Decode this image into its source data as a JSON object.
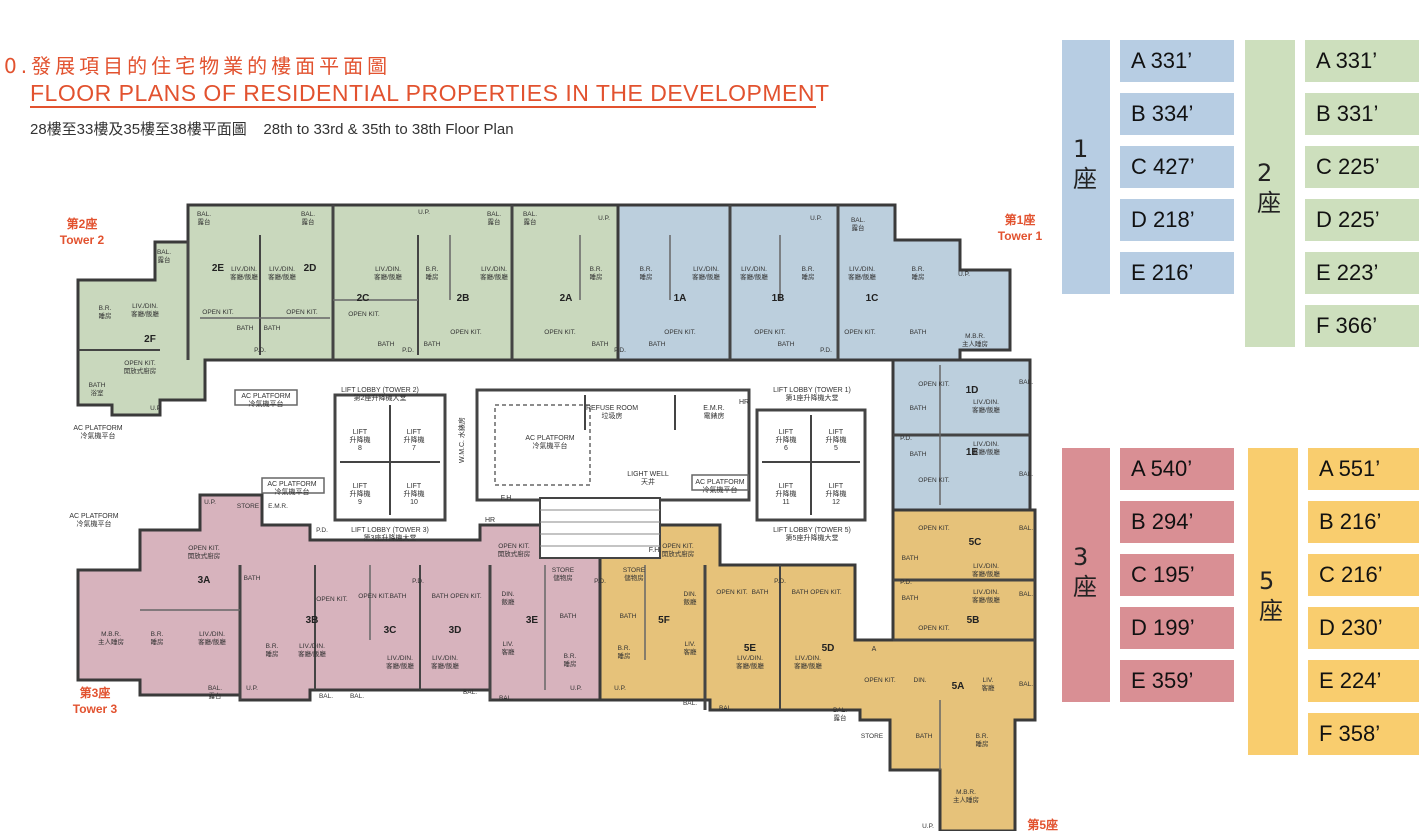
{
  "header": {
    "title_cn": "0.發展項目的住宅物業的樓面平面圖",
    "title_en": "FLOOR PLANS OF RESIDENTIAL PROPERTIES IN THE DEVELOPMENT",
    "subtitle": "28樓至33樓及35樓至38樓平面圖    28th to 33rd & 35th to 38th Floor Plan"
  },
  "colors": {
    "tower1": "#b7cde3",
    "tower2": "#cddfbd",
    "tower3": "#d98f94",
    "tower5": "#f9cd6e",
    "plan_t1": "#bccfdd",
    "plan_t2": "#c9d8bd",
    "plan_t3": "#d7b3bd",
    "plan_t5": "#e6c27a",
    "accent": "#e2522f"
  },
  "plan": {
    "tower_labels": {
      "t2": {
        "cn": "第2座",
        "en": "Tower 2"
      },
      "t1": {
        "cn": "第1座",
        "en": "Tower 1"
      },
      "t3": {
        "cn": "第3座",
        "en": "Tower 3"
      },
      "t5": {
        "cn": "第5座"
      }
    },
    "units": {
      "u2E": "2E",
      "u2D": "2D",
      "u2C": "2C",
      "u2B": "2B",
      "u2A": "2A",
      "u2F": "2F",
      "u1A": "1A",
      "u1B": "1B",
      "u1C": "1C",
      "u1D": "1D",
      "u1E": "1E",
      "u3A": "3A",
      "u3B": "3B",
      "u3C": "3C",
      "u3D": "3D",
      "u3E": "3E",
      "u5F": "5F",
      "u5E": "5E",
      "u5D": "5D",
      "u5C": "5C",
      "u5B": "5B",
      "u5A": "5A"
    },
    "rooms": {
      "livdin": "LIV./DIN.",
      "livdin_cn": "客廳/飯廳",
      "br": "B.R.",
      "br_cn": "睡房",
      "mbr": "M.B.R.",
      "mbr_cn": "主人睡房",
      "bath": "BATH",
      "bath_cn": "浴室",
      "openkit": "OPEN KIT.",
      "openkit_cn": "開放式廚房",
      "bal": "BAL.",
      "bal_cn": "露台",
      "store": "STORE",
      "store_cn": "儲物房",
      "din": "DIN.",
      "din_cn": "飯廳",
      "liv": "LIV.",
      "liv_cn": "客廳",
      "pd": "P.D.",
      "up": "U.P.",
      "hr": "HR",
      "fh": "F.H.",
      "emr": "E.M.R.",
      "emr_cn": "電錶房",
      "refuse": "REFUSE ROOM",
      "refuse_cn": "垃圾房",
      "wmc": "W.M.C. 水錶房",
      "lightwell": "LIGHT WELL",
      "lightwell_cn": "天井",
      "ac": "AC PLATFORM",
      "ac_cn": "冷氣機平台",
      "lift": "LIFT",
      "lift_cn": "升降機",
      "lobby_t2": "LIFT LOBBY (TOWER 2)",
      "lobby_t2_cn": "第2座升降機大堂",
      "lobby_t1": "LIFT LOBBY (TOWER 1)",
      "lobby_t1_cn": "第1座升降機大堂",
      "lobby_t3": "LIFT LOBBY (TOWER 3)",
      "lobby_t3_cn": "第3座升降機大堂",
      "lobby_t5": "LIFT LOBBY (TOWER 5)",
      "lobby_t5_cn": "第5座升降機大堂",
      "circleA": "A"
    },
    "lifts": [
      "8",
      "7",
      "9",
      "10",
      "6",
      "5",
      "11",
      "12"
    ]
  },
  "legend": {
    "tower1": {
      "label": "1\n座",
      "units": [
        "A 331’",
        "B 334’",
        "C 427’",
        "D 218’",
        "E 216’"
      ]
    },
    "tower2": {
      "label": "2\n座",
      "units": [
        "A 331’",
        "B 331’",
        "C 225’",
        "D 225’",
        "E 223’",
        "F 366’"
      ]
    },
    "tower3": {
      "label": "3\n座",
      "units": [
        "A 540’",
        "B 294’",
        "C 195’",
        "D 199’",
        "E 359’"
      ]
    },
    "tower5": {
      "label": "5\n座",
      "units": [
        "A 551’",
        "B 216’",
        "C 216’",
        "D 230’",
        "E 224’",
        "F 358’"
      ]
    }
  }
}
